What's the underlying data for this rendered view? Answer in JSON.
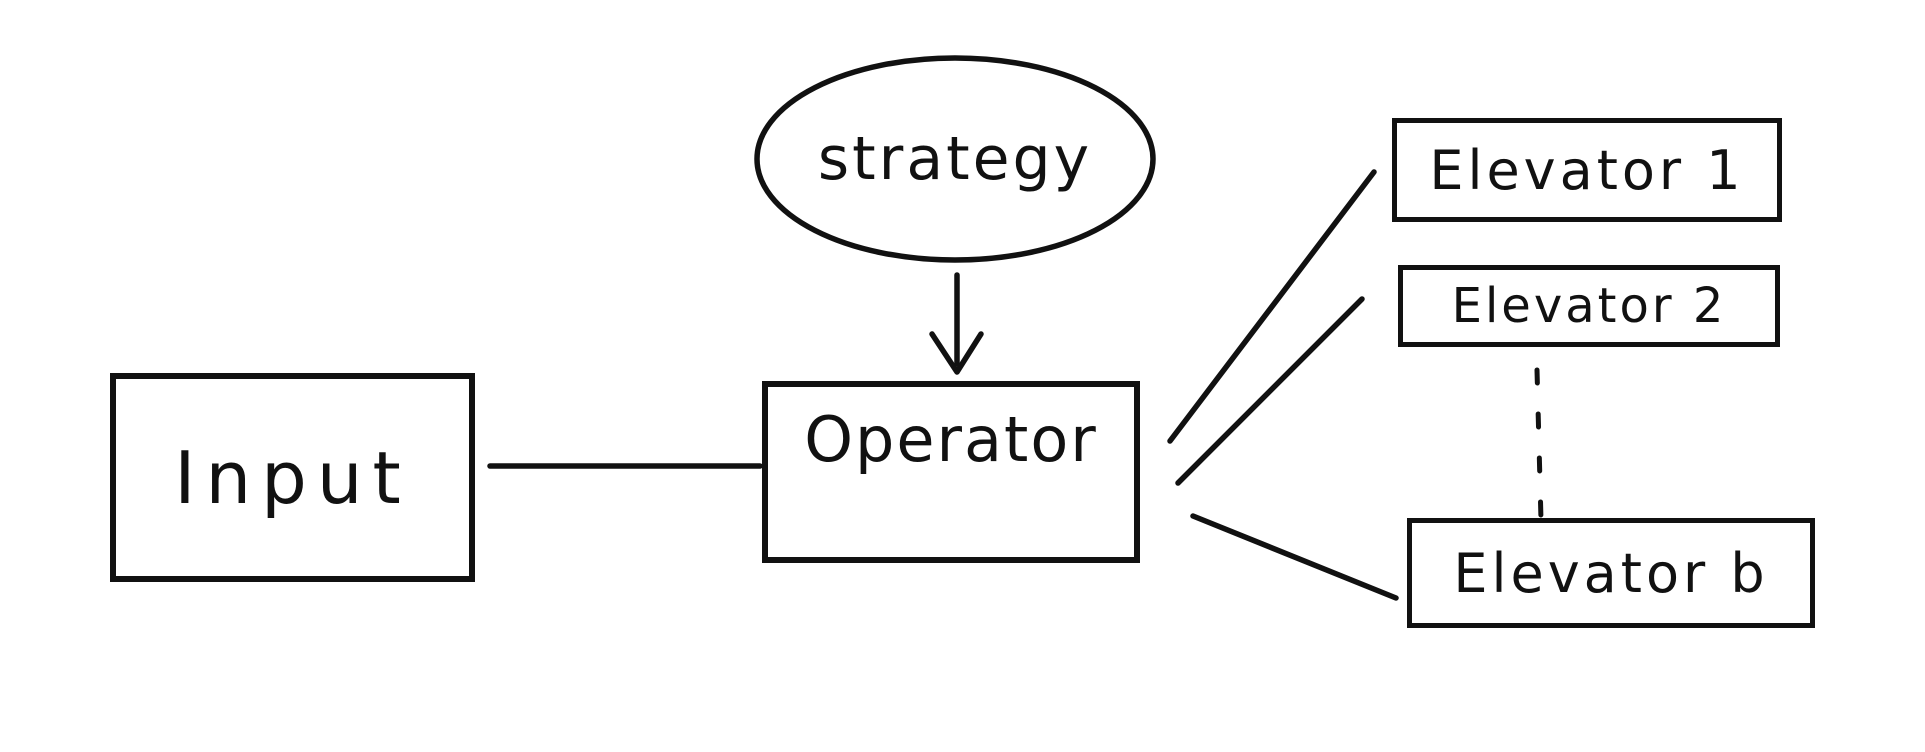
{
  "colors": {
    "ink": "#111111",
    "background": "#ffffff"
  },
  "diagram": {
    "style": "hand-drawn whiteboard sketch",
    "nodes": {
      "strategy": {
        "label": "strategy",
        "shape": "ellipse"
      },
      "input": {
        "label": "Input",
        "shape": "rectangle"
      },
      "operator": {
        "label": "Operator",
        "shape": "rectangle"
      },
      "elevator1": {
        "label": "Elevator 1",
        "shape": "rectangle"
      },
      "elevator2": {
        "label": "Elevator 2",
        "shape": "rectangle"
      },
      "elevator_b": {
        "label": "Elevator b",
        "shape": "rectangle"
      }
    },
    "edges": [
      {
        "from": "Input",
        "to": "Operator",
        "type": "plain-line"
      },
      {
        "from": "strategy",
        "to": "Operator",
        "type": "arrow-down"
      },
      {
        "from": "Operator",
        "to": "Elevator 1",
        "type": "plain-line"
      },
      {
        "from": "Operator",
        "to": "Elevator 2",
        "type": "plain-line"
      },
      {
        "from": "Operator",
        "to": "Elevator b",
        "type": "plain-line"
      },
      {
        "from": "Elevator 2",
        "to": "Elevator b",
        "type": "dotted-ellipsis"
      }
    ]
  }
}
